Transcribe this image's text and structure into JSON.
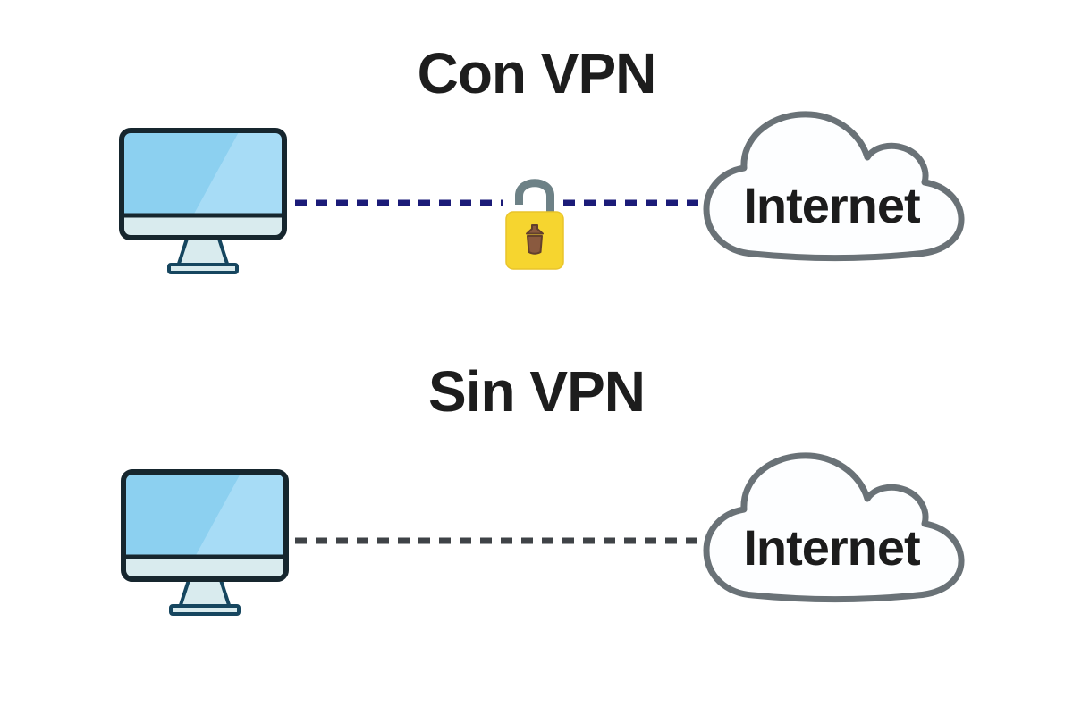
{
  "diagram_title": "VPN vs no-VPN connection comparison",
  "sections": [
    {
      "title": "Con VPN",
      "cloud_label": "Internet",
      "connection": {
        "style": "dashed",
        "color": "#1b1b78",
        "encrypted": true,
        "lock_icon": "padlock"
      }
    },
    {
      "title": "Sin VPN",
      "cloud_label": "Internet",
      "connection": {
        "style": "dashed",
        "color": "#3f4347",
        "encrypted": false
      }
    }
  ],
  "colors": {
    "background": "#ffffff",
    "title_text": "#1d1d1d",
    "monitor_outline": "#16262e",
    "screen_blue": "#8cd0f0",
    "screen_highlight": "#a7dcf6",
    "bezel_fill": "#d9ebee",
    "stand_outline": "#16465f",
    "lock_body": "#f6d52f",
    "lock_body_edge": "#e9c42a",
    "lock_shackle": "#6d8186",
    "lock_keyhole": "#8a5a3f",
    "lock_keyhole_edge": "#63402c",
    "cloud_fill": "#fdfeff",
    "cloud_outline": "#6a7277",
    "label_text": "#1c1c1c"
  }
}
